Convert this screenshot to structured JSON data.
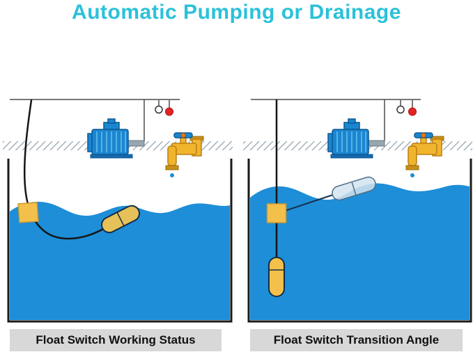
{
  "title": "Automatic Pumping or Drainage",
  "panels": [
    {
      "caption": "Float Switch Working Status"
    },
    {
      "caption": "Float Switch Transition Angle"
    }
  ],
  "colors": {
    "title_text": "#2bc1da",
    "water": "#1e8ed8",
    "motor_blue": "#1b86d0",
    "faucet_gold": "#f0b42d",
    "float_yellow": "#f3c14b",
    "float_capsule": "#e6c159",
    "ghost_capsule": "#d3e4ee",
    "caption_bg": "#d8d8d8",
    "outline_dark": "#132c47",
    "hatch_gray": "#8fa0ab",
    "indicator_red": "#e02424",
    "indicator_white": "#ffffff"
  },
  "icons": {
    "pump_motor": "pump-motor-icon",
    "faucet": "faucet-icon",
    "float_switch": "float-switch-icon"
  }
}
